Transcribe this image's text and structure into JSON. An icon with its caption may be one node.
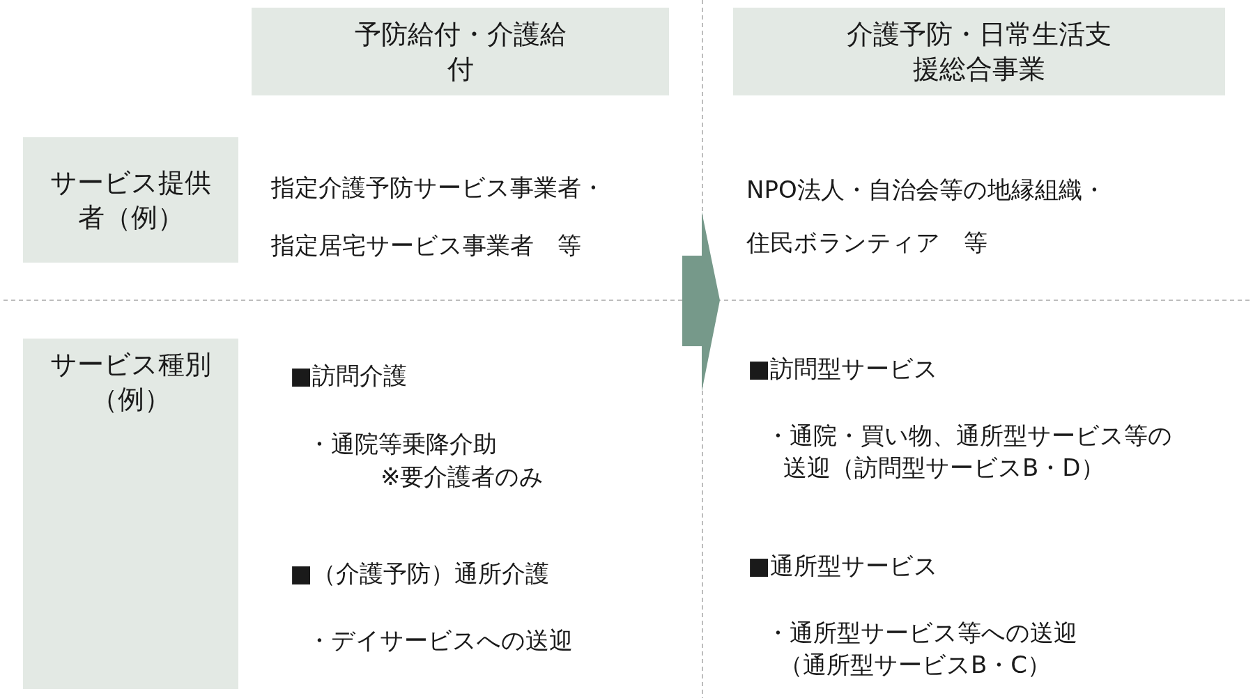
{
  "diagram": {
    "nodes": [
      {
        "text": [
          "予防給付・介護給付"
        ]
      },
      {
        "text": [
          "介護予防・日常生活支援総合事業"
        ]
      },
      {
        "text": [
          "サービス提供者（例）"
        ]
      },
      {
        "text": [
          "サービス種別（例）"
        ]
      }
    ],
    "labels": [
      "指定介護予防サービス事業者・指定居宅サービス事業者　等",
      "NPO法人・自治会等の地縁組織・住民ボランティア　等",
      "■訪問介護",
      "・通院等乗降介助",
      "※要介護者のみ",
      "■訪問型サービス",
      "・通院・買い物、通所型サービス等の送迎（訪問型サービスB・D）",
      "■（介護予防）通所介護",
      "・デイサービスへの送迎",
      "■通所型サービス",
      "・通所型サービス等への送迎（通所型サービスB・C）"
    ]
  }
}
